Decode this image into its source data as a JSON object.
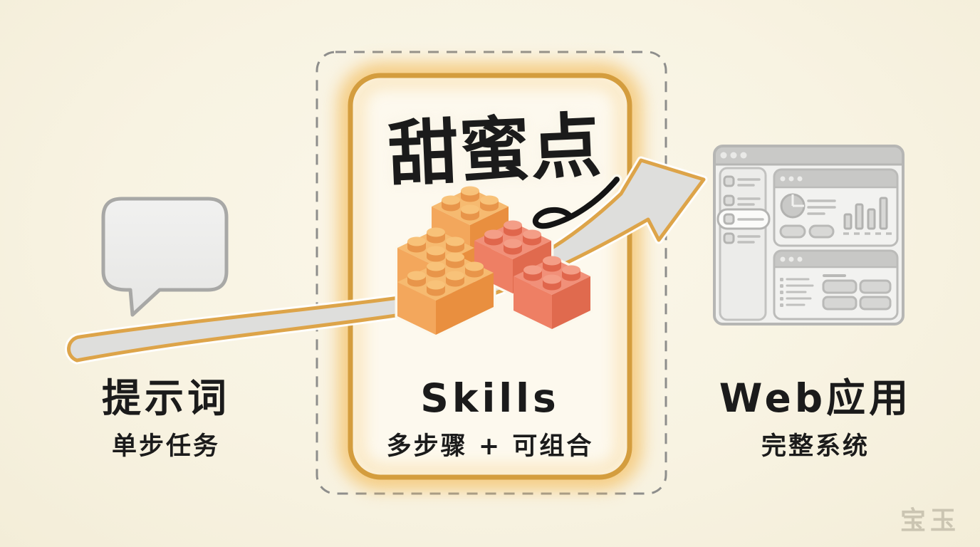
{
  "stages": {
    "prompt": {
      "title": "提示词",
      "subtitle": "单步任务"
    },
    "skills": {
      "highlight": "甜蜜点",
      "title": "Skills",
      "subtitle": "多步骤 + 可组合"
    },
    "webapp": {
      "title": "Web应用",
      "subtitle": "完整系统"
    }
  },
  "watermark": {
    "text": "宝玉"
  },
  "icons": {
    "left": "speech-bubble-icon",
    "center": "lego-blocks-icon",
    "right": "web-app-window-icon",
    "flow": "growth-arrow-icon"
  },
  "colors": {
    "background": "#f8f3e2",
    "card_border": "#d49d3e",
    "card_glow": "#f4c46e",
    "dashed_border": "#8e8e8c",
    "arrow_fill": "#dededc",
    "arrow_outline": "#dda449",
    "brick_orange_top": "#f6ba70",
    "brick_orange_left": "#f3a75c",
    "brick_orange_right": "#e98f3f",
    "brick_salmon_top": "#f19079",
    "brick_salmon_left": "#ee7f64",
    "brick_salmon_right": "#e06a4e",
    "gray_illustration": "#c9c9c7",
    "text": "#1b1b1b",
    "watermark": "#cbc5b2"
  }
}
